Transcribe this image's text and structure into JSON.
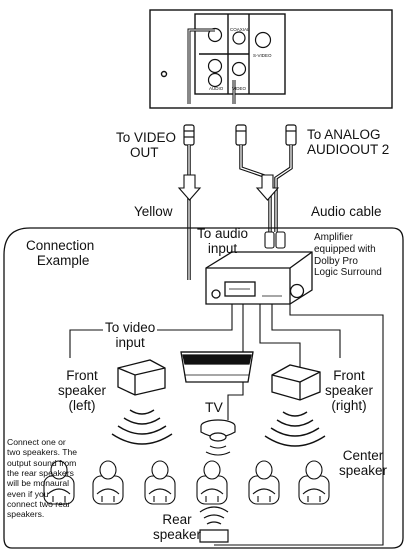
{
  "panel": {
    "coaxial": "COAXIAL",
    "svideo": "S-VIDEO",
    "audio": "AUDIO",
    "video": "VIDEO"
  },
  "labels": {
    "to_video_out_1": "To VIDEO",
    "to_video_out_2": "OUT",
    "to_analog_1": "To ANALOG",
    "to_analog_2": "AUDIOOUT 2",
    "yellow": "Yellow",
    "audio_cable": "Audio cable",
    "connection_1": "Connection",
    "connection_2": "Example",
    "to_audio_1": "To audio",
    "to_audio_2": "input",
    "amp_1": "Amplifier",
    "amp_2": "equipped with",
    "amp_3": "Dolby Pro",
    "amp_4": "Logic Surround",
    "to_video_in_1": "To video",
    "to_video_in_2": "input",
    "front_left_1": "Front",
    "front_left_2": "speaker",
    "front_left_3": "(left)",
    "tv": "TV",
    "front_right_1": "Front",
    "front_right_2": "speaker",
    "front_right_3": "(right)",
    "center_1": "Center",
    "center_2": "speaker",
    "rear_1": "Rear",
    "rear_2": "speaker",
    "note": [
      "Connect one or",
      "two speakers. The",
      "output sound from",
      "the rear speakers",
      "will be monaural",
      "even if you",
      "connect two rear",
      "speakers."
    ]
  }
}
